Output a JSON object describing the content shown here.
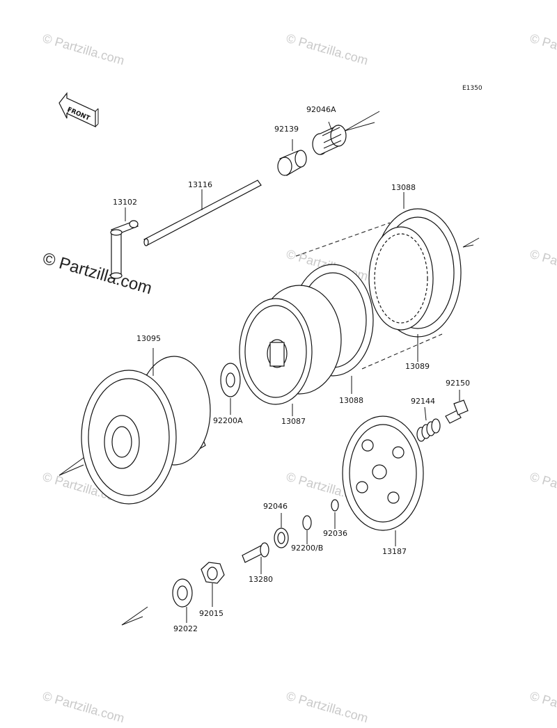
{
  "diagram": {
    "code": "E1350",
    "front_label": "FRONT",
    "watermark_small": "© Partzilla.com",
    "watermark_large": "© Partzilla.com",
    "parts": {
      "p92046A": "92046A",
      "p92139": "92139",
      "p13116": "13116",
      "p13102": "13102",
      "p13088_top": "13088",
      "p13089": "13089",
      "p13088_bot": "13088",
      "p13087": "13087",
      "p13095": "13095",
      "p92200A": "92200A",
      "p92150": "92150",
      "p92144": "92144",
      "p13187": "13187",
      "p92036": "92036",
      "p92200B": "92200/B",
      "p92046": "92046",
      "p13280": "13280",
      "p92015": "92015",
      "p92022": "92022"
    }
  }
}
